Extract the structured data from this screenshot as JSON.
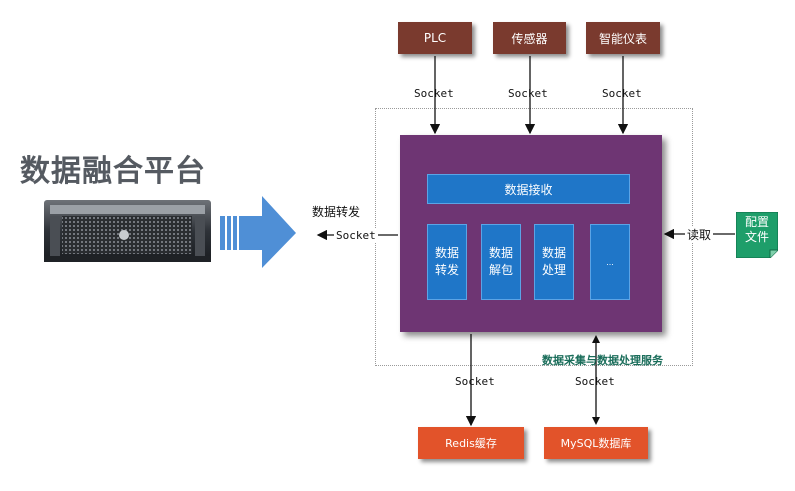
{
  "title": "数据融合平台",
  "sources": [
    {
      "label": "PLC"
    },
    {
      "label": "传感器"
    },
    {
      "label": "智能仪表"
    }
  ],
  "socket_label": "Socket",
  "main": {
    "receive_label": "数据接收",
    "modules": [
      "数据\n转发",
      "数据\n解包",
      "数据\n处理",
      "..."
    ]
  },
  "service_label": "数据采集与数据处理服务",
  "forward_label": "数据转发",
  "config": {
    "label": "配置\n文件",
    "read_label": "读取"
  },
  "outputs": [
    {
      "label": "Redis缓存"
    },
    {
      "label": "MySQL数据库"
    }
  ],
  "colors": {
    "source_box": "#7a3a2e",
    "main_block": "#6e3573",
    "module": "#1f76c8",
    "output_box": "#e2532a",
    "config_doc": "#1e9e6a",
    "service_text": "#1a6d5a",
    "big_arrow": "#4f8fd6"
  }
}
